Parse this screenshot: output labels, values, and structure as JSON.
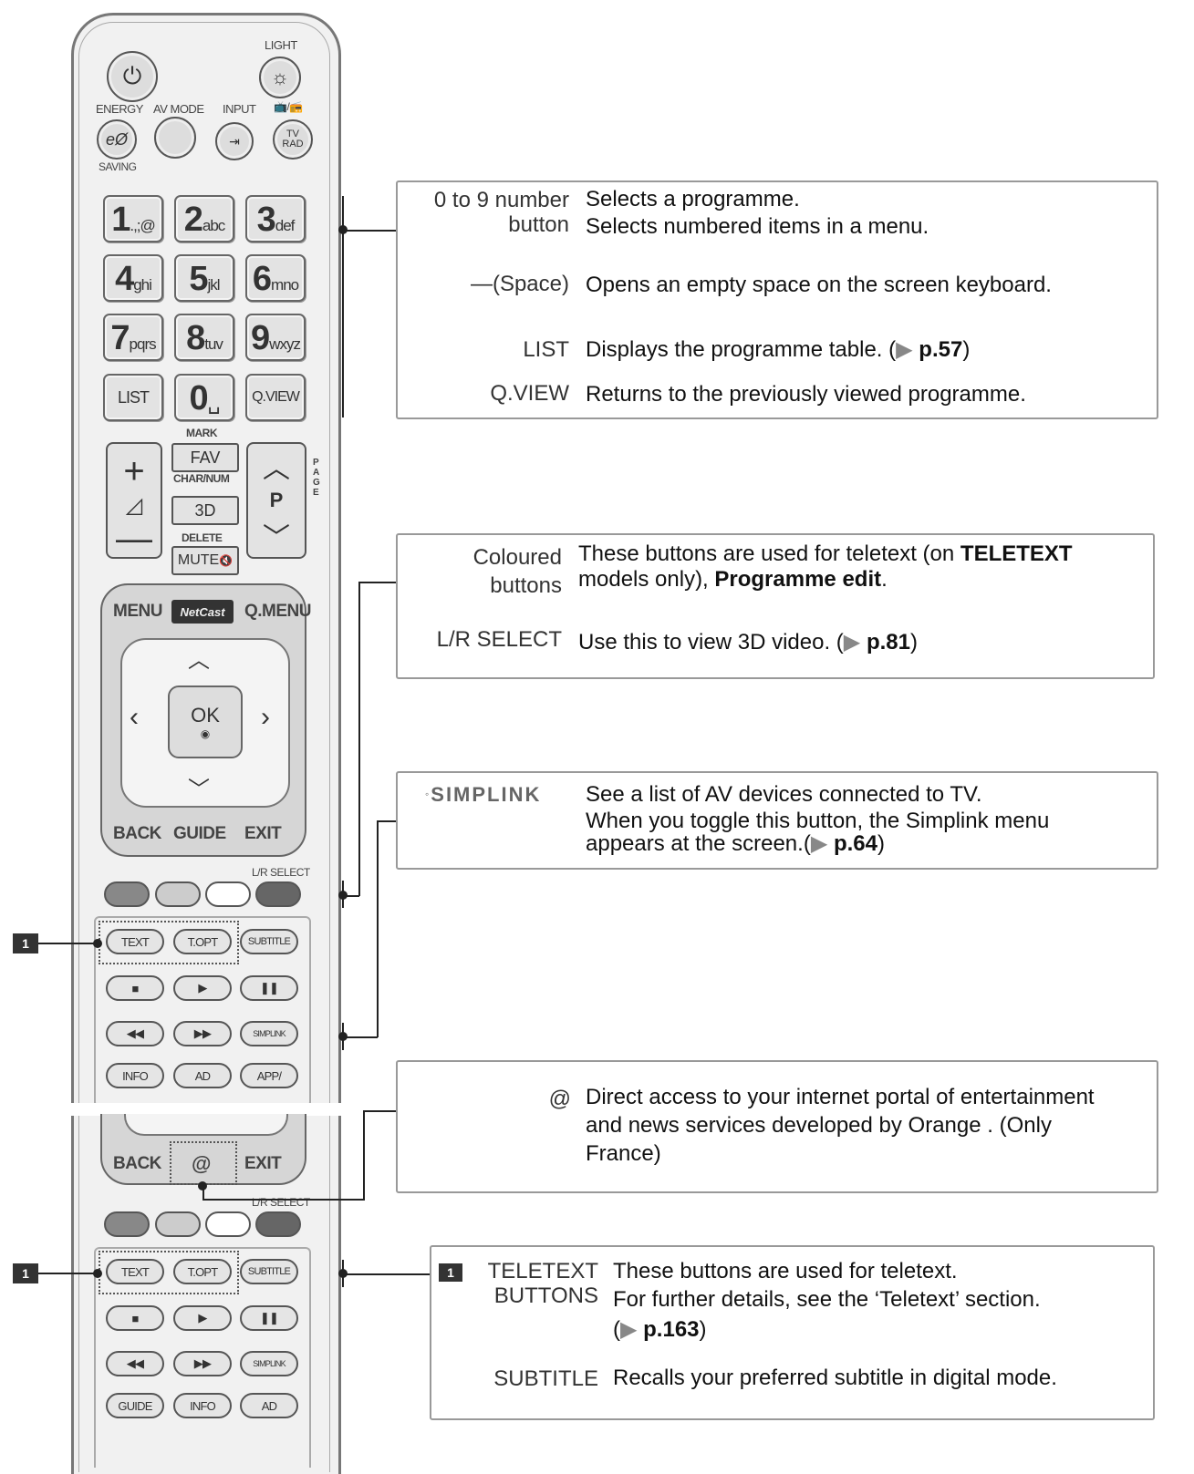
{
  "remote": {
    "top_labels": {
      "light": "LIGHT",
      "energy": "ENERGY",
      "saving": "SAVING",
      "av_mode": "AV MODE",
      "input": "INPUT",
      "tv_rad": "TV\nRAD",
      "tv_rad_glyph": "📺/📻"
    },
    "numpad": [
      {
        "digit": "1",
        "letters": ".,;@"
      },
      {
        "digit": "2",
        "letters": "abc"
      },
      {
        "digit": "3",
        "letters": "def"
      },
      {
        "digit": "4",
        "letters": "ghi"
      },
      {
        "digit": "5",
        "letters": "jkl"
      },
      {
        "digit": "6",
        "letters": "mno"
      },
      {
        "digit": "7",
        "letters": "pqrs"
      },
      {
        "digit": "8",
        "letters": "tuv"
      },
      {
        "digit": "9",
        "letters": "wxyz"
      }
    ],
    "list_label": "LIST",
    "zero_label": "0",
    "qview_label": "Q.VIEW",
    "mark": "MARK",
    "fav": "FAV",
    "char_num": "CHAR/NUM",
    "three_d": "3D",
    "delete": "DELETE",
    "mute": "MUTE",
    "p_label": "P",
    "page_label": "PAGE",
    "menu": "MENU",
    "netcast": "NetCast",
    "qmenu": "Q.MENU",
    "ok": "OK",
    "back": "BACK",
    "guide": "GUIDE",
    "exit": "EXIT",
    "lr_select": "L/R SELECT",
    "text": "TEXT",
    "topt": "T.OPT",
    "subtitle": "SUBTITLE",
    "info": "INFO",
    "ad": "AD",
    "app": "APP/",
    "simplink_mini": "SIMPLINK",
    "at": "@",
    "marker": "1"
  },
  "callouts": {
    "numbers": {
      "rows": [
        {
          "term": "0 to 9 number\nbutton",
          "desc": "Selects a programme.\nSelects numbered items in a menu."
        },
        {
          "term": "—(Space)",
          "desc": "Opens an empty space on the screen keyboard."
        },
        {
          "term": "LIST",
          "desc": "Displays the programme table.",
          "ref": "p.57"
        },
        {
          "term": "Q.VIEW",
          "desc": "Returns to the previously viewed programme."
        }
      ]
    },
    "coloured": {
      "term": "Coloured\nbuttons",
      "desc_a": "These buttons are used for teletext (on ",
      "desc_b": "TELETEXT",
      "desc_c": "models only), ",
      "desc_d": "Programme edit",
      "desc_e": ".",
      "lr_term": "L/R SELECT",
      "lr_desc": "Use this to view 3D video.",
      "lr_ref": "p.81"
    },
    "simplink": {
      "term": "SIMPLINK",
      "desc1": "See a list of AV devices connected to TV.",
      "desc2": "When you toggle this button, the Simplink menu",
      "desc3": "appears at the screen.",
      "ref": "p.64"
    },
    "at": {
      "term": "@",
      "desc1": "Direct access to your internet portal of entertainment",
      "desc2": "and news services developed by Orange . (Only",
      "desc3": "France)"
    },
    "teletext": {
      "marker": "1",
      "term": "TELETEXT\nBUTTONS",
      "desc1": "These buttons are used for teletext.",
      "desc2": "For further details, see the ‘Teletext’ section.",
      "ref": "p.163",
      "sub_term": "SUBTITLE",
      "sub_desc": "Recalls your preferred subtitle in digital mode."
    }
  }
}
